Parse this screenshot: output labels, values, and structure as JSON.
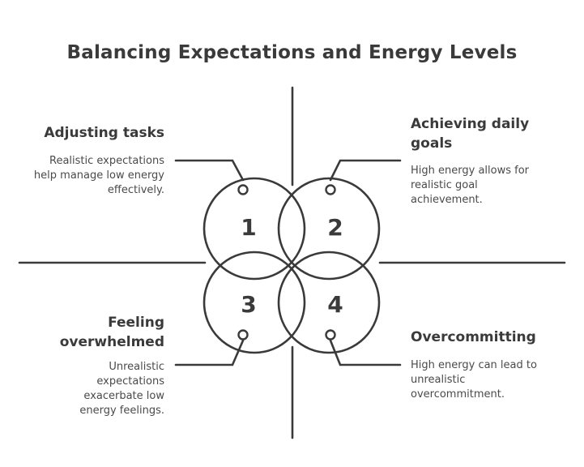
{
  "title": "Balancing Expectations and Energy Levels",
  "quadrants": [
    {
      "number": "1",
      "heading": "Adjusting tasks",
      "description": "Realistic expectations help manage low energy effectively."
    },
    {
      "number": "2",
      "heading": "Achieving daily goals",
      "description": "High energy allows for realistic goal achievement."
    },
    {
      "number": "3",
      "heading": "Feeling overwhelmed",
      "description": "Unrealistic expectations exacerbate low energy feelings."
    },
    {
      "number": "4",
      "heading": "Overcommitting",
      "description": "High energy can lead to unrealistic overcommitment."
    }
  ]
}
